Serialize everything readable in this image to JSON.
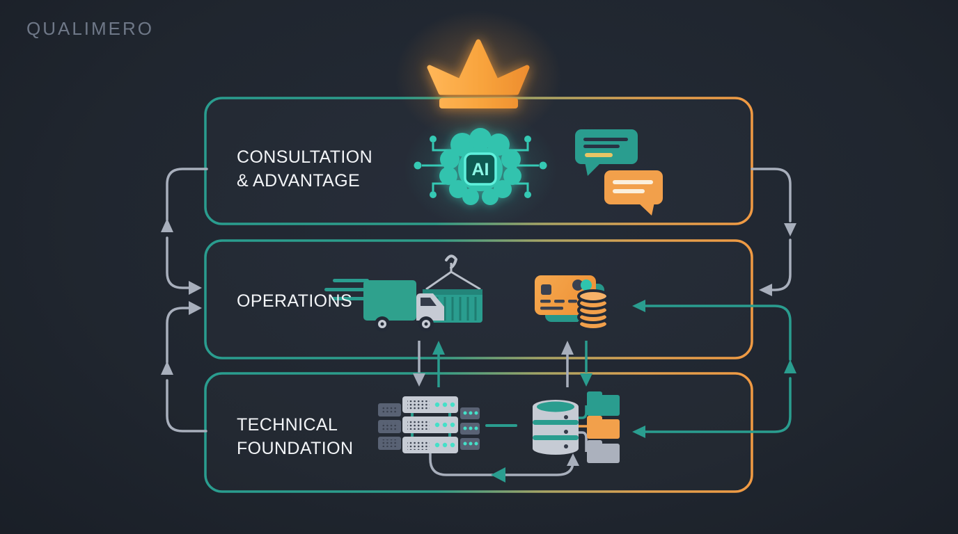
{
  "brand": "QUALIMERO",
  "ai_chip_label": "AI",
  "colors": {
    "background": "#20262F",
    "teal": "#2A9D8F",
    "teal_bright": "#45D9C2",
    "orange": "#F09A43",
    "orange_bright": "#FFB657",
    "gray_connector": "#A8AFBC",
    "text": "#F3F5F8",
    "brand_text": "#6F7888"
  },
  "crown": {
    "icon": "crown-icon",
    "color": "#F8A33C"
  },
  "layers": [
    {
      "id": "consultation-advantage",
      "label_lines": [
        "CONSULTATION",
        "& ADVANTAGE"
      ],
      "icons": [
        "ai-brain-icon",
        "chat-bubbles-icon"
      ]
    },
    {
      "id": "operations",
      "label_lines": [
        "OPERATIONS",
        ""
      ],
      "icons": [
        "logistics-truck-container-icon",
        "payment-card-coins-icon"
      ]
    },
    {
      "id": "technical-foundation",
      "label_lines": [
        "TECHNICAL",
        "FOUNDATION"
      ],
      "icons": [
        "server-rack-icon",
        "database-folders-icon"
      ]
    }
  ],
  "connections": [
    {
      "from": "operations",
      "to": "consultation-advantage",
      "side": "left",
      "color": "gray",
      "direction": "up"
    },
    {
      "from": "consultation-advantage",
      "to": "operations",
      "side": "left",
      "color": "gray",
      "direction": "into-box"
    },
    {
      "from": "technical-foundation",
      "to": "operations",
      "side": "left",
      "color": "gray",
      "direction": "up-into-box"
    },
    {
      "from": "consultation-advantage",
      "to": "operations",
      "side": "right",
      "color": "gray",
      "direction": "down-into-box"
    },
    {
      "from": "technical-foundation",
      "to": "operations",
      "side": "right",
      "color": "teal",
      "direction": "up-into-box"
    },
    {
      "from": "operations",
      "to": "technical-foundation",
      "side": "center-left",
      "color": "gray",
      "direction": "down"
    },
    {
      "from": "technical-foundation",
      "to": "operations",
      "side": "center-left",
      "color": "teal",
      "direction": "up"
    },
    {
      "from": "technical-foundation",
      "to": "operations",
      "side": "center-right",
      "color": "gray",
      "direction": "up"
    },
    {
      "from": "operations",
      "to": "technical-foundation",
      "side": "center-right",
      "color": "teal",
      "direction": "down"
    },
    {
      "from": "server-rack",
      "to": "database",
      "side": "inside-technical",
      "color": "teal",
      "direction": "right"
    },
    {
      "from": "database",
      "to": "server-rack",
      "side": "inside-technical-bottom",
      "color": "gray-teal",
      "direction": "loop"
    }
  ]
}
